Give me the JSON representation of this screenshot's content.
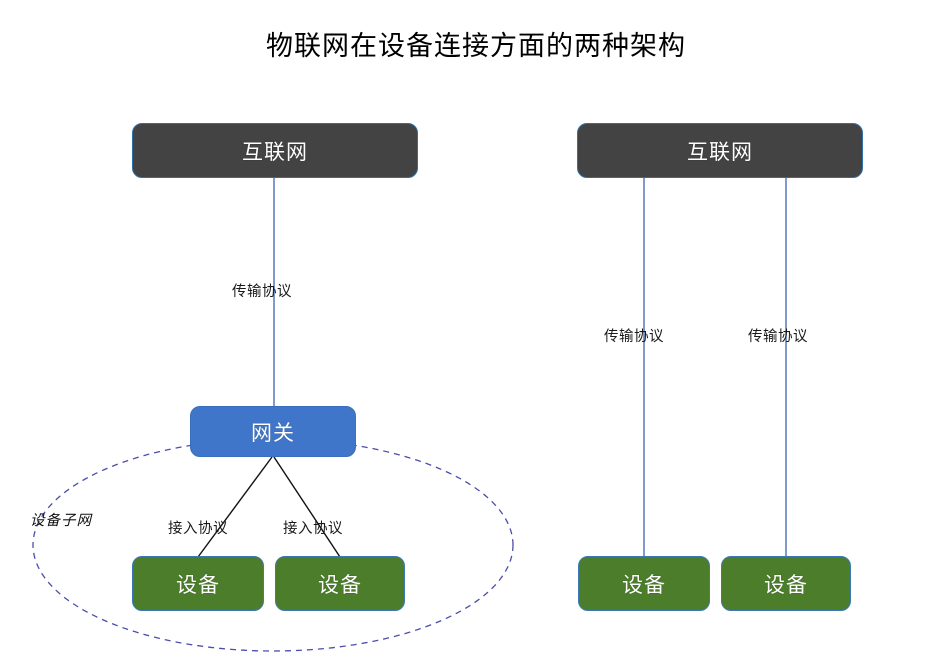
{
  "title": "物联网在设备连接方面的两种架构",
  "colors": {
    "internet_fill": "#434343",
    "gateway_fill": "#3f76c9",
    "device_fill": "#4b7d2b",
    "node_border": "#2f6fa8",
    "blue_link": "#4a6fb5",
    "black_link": "#111111",
    "subnet_dash": "#4a4ea8",
    "background": "#ffffff",
    "text_on_node": "#ffffff",
    "text_label": "#1a1a1a"
  },
  "diagrams": [
    {
      "name": "gateway-architecture",
      "nodes": {
        "internet": {
          "label": "互联网",
          "type": "internet"
        },
        "gateway": {
          "label": "网关",
          "type": "gateway"
        },
        "device_left": {
          "label": "设备",
          "type": "device"
        },
        "device_right": {
          "label": "设备",
          "type": "device"
        }
      },
      "edges": [
        {
          "name": "internet-to-gateway",
          "label": "传输协议",
          "style": "blue-solid"
        },
        {
          "name": "gateway-to-device-left",
          "label": "接入协议",
          "style": "black-solid"
        },
        {
          "name": "gateway-to-device-right",
          "label": "接入协议",
          "style": "black-solid"
        }
      ],
      "zone": {
        "name": "device-subnet",
        "label": "设备子网",
        "style": "dashed-ellipse"
      }
    },
    {
      "name": "direct-architecture",
      "nodes": {
        "internet": {
          "label": "互联网",
          "type": "internet"
        },
        "device_left": {
          "label": "设备",
          "type": "device"
        },
        "device_right": {
          "label": "设备",
          "type": "device"
        }
      },
      "edges": [
        {
          "name": "internet-to-device-left",
          "label": "传输协议",
          "style": "blue-solid"
        },
        {
          "name": "internet-to-device-right",
          "label": "传输协议",
          "style": "blue-solid"
        }
      ]
    }
  ]
}
